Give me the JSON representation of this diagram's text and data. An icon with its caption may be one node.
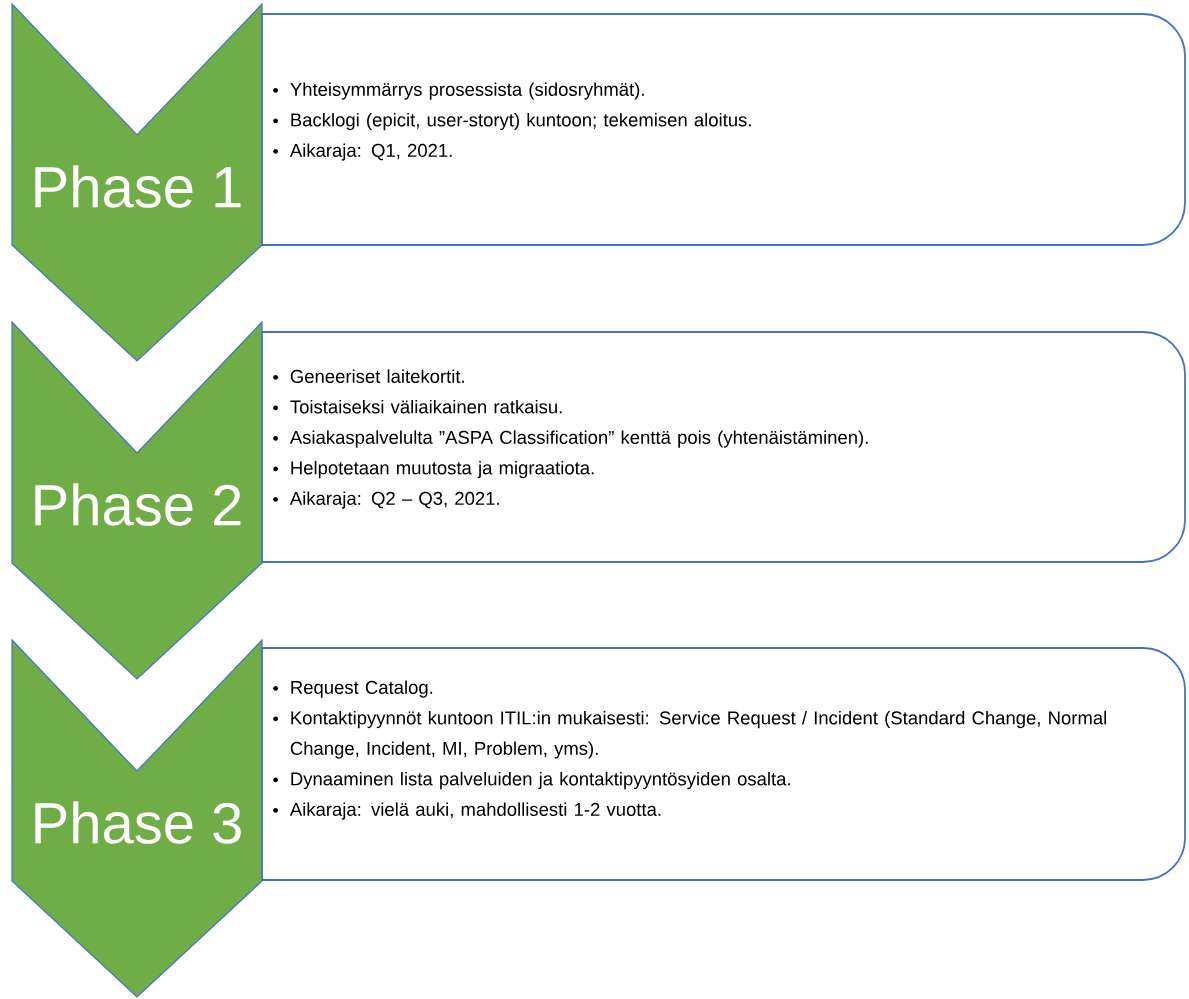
{
  "diagram": {
    "nodes": [
      {
        "text": [
          "Phase 1"
        ]
      },
      {
        "text": [
          "Yhteisymmärrys prosessista (sidosryhmät).",
          "Backlogi (epicit, user-storyt) kuntoon; tekemisen aloitus.",
          "Aikaraja: Q1, 2021."
        ]
      },
      {
        "text": [
          "Phase 2"
        ]
      },
      {
        "text": [
          "Geneeriset laitekortit.",
          "Toistaiseksi väliaikainen ratkaisu.",
          "Asiakaspalvelulta ”ASPA Classification” kenttä pois (yhtenäistäminen).",
          "Helpotetaan muutosta ja migraatiota.",
          "Aikaraja: Q2 – Q3, 2021."
        ]
      },
      {
        "text": [
          "Phase 3"
        ]
      },
      {
        "text": [
          "Request Catalog.",
          "Kontaktipyynnöt kuntoon ITIL:in mukaisesti: Service Request / Incident (Standard Change, Normal Change, Incident, MI, Problem, yms).",
          "Dynaaminen lista palveluiden ja kontaktipyyntösyiden osalta.",
          "Aikaraja: vielä auki, mahdollisesti 1-2 vuotta."
        ]
      }
    ]
  }
}
